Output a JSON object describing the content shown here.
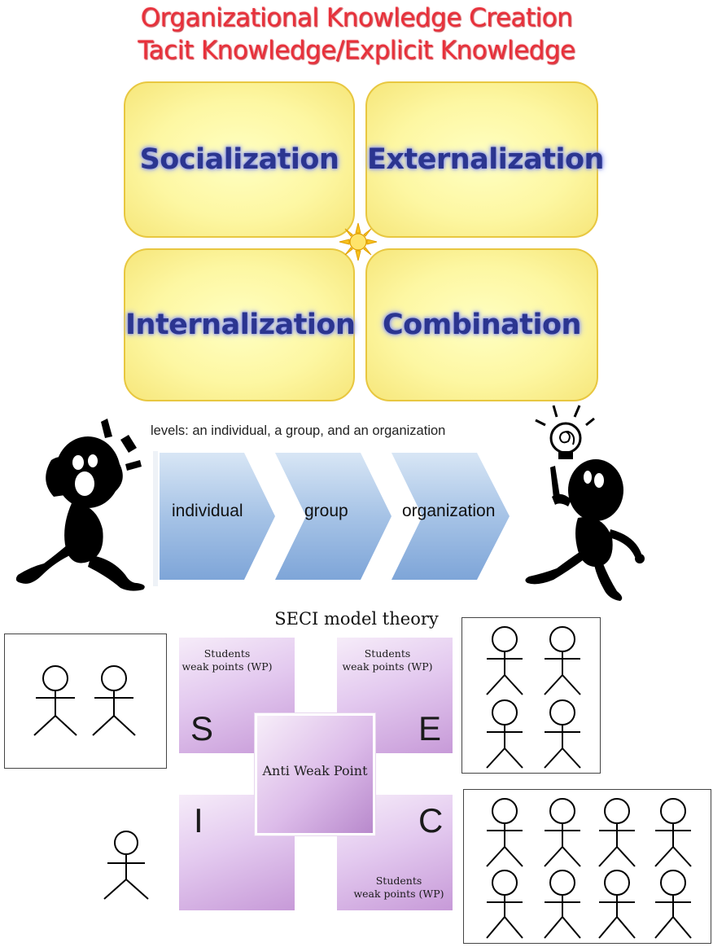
{
  "title": {
    "line1": "Organizational Knowledge  Creation",
    "line2": "Tacit Knowledge/Explicit Knowledge"
  },
  "quadrants": {
    "socialization": "Socialization",
    "externalization": "Externalization",
    "internalization": "Internalization",
    "combination": "Combination"
  },
  "levels_note": "levels: an individual, a group, and an organization",
  "flow": {
    "steps": [
      "individual",
      "group",
      "organization"
    ]
  },
  "seci": {
    "title": "SECI model theory",
    "wp_line1": "Students",
    "wp_line2": "weak points (WP)",
    "letters": {
      "s": "S",
      "e": "E",
      "i": "I",
      "c": "C"
    },
    "center": "Anti Weak Point"
  },
  "colors": {
    "title_red": "#e8303a",
    "quad_label_blue": "#2b3590",
    "quad_fill": "#fdf7a2",
    "quad_border": "#e8c740",
    "chevron_blue": "#8fb3df",
    "seci_purple": "#d3aee3"
  },
  "icons": [
    "sun-icon",
    "confused-person-icon",
    "idea-person-icon",
    "lightbulb-icon",
    "stick-figure-icon"
  ]
}
